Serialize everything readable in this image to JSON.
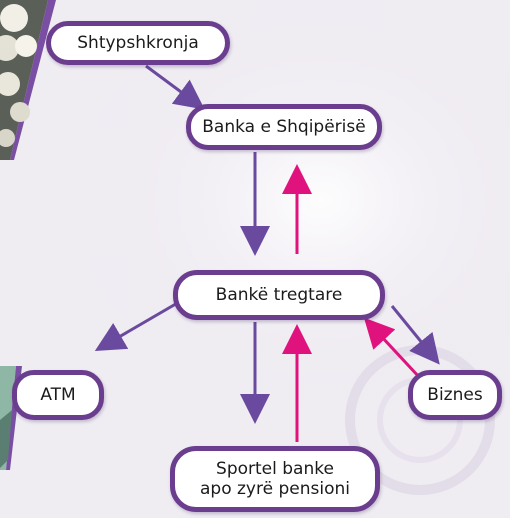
{
  "colors": {
    "node_border": "#6b3d8f",
    "flow_down_arrow": "#6a4a9e",
    "flow_up_arrow": "#e0127e",
    "background": "#f1eef4",
    "frame_accent": "#7a4fa3"
  },
  "nodes": {
    "printing_house": "Shtypshkronja",
    "central_bank": "Banka e Shqipërisë",
    "commercial_bank": "Bankë tregtare",
    "atm": "ATM",
    "business": "Biznes",
    "counter": "Sportel banke\napo zyrë pensioni"
  }
}
